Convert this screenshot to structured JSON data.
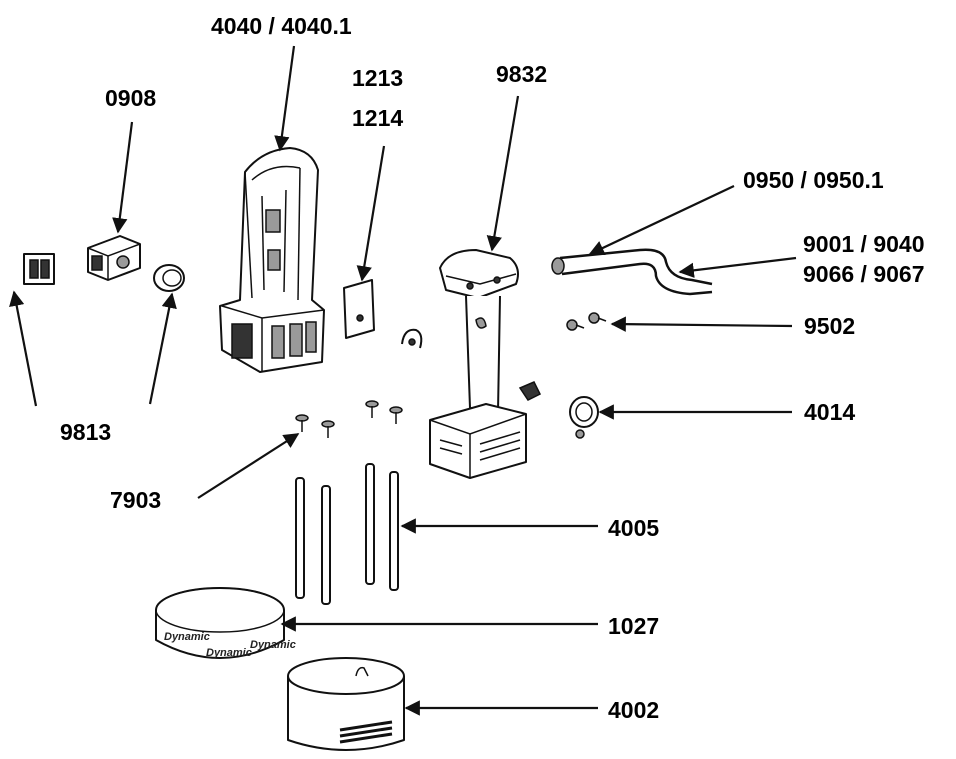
{
  "labels": {
    "p4040": "4040 / 4040.1",
    "p0908": "0908",
    "p1213": "1213",
    "p1214": "1214",
    "p9832": "9832",
    "p0950": "0950 / 0950.1",
    "p9001": "9001 / 9040",
    "p9066": "9066 / 9067",
    "p9502": "9502",
    "p4014": "4014",
    "p9813": "9813",
    "p7903": "7903",
    "p4005": "4005",
    "p1027": "1027",
    "p4002": "4002"
  },
  "band_text": [
    "Dynamic",
    "Dynamic",
    "Dynamic"
  ],
  "colors": {
    "ink": "#111111",
    "background": "#ffffff"
  }
}
